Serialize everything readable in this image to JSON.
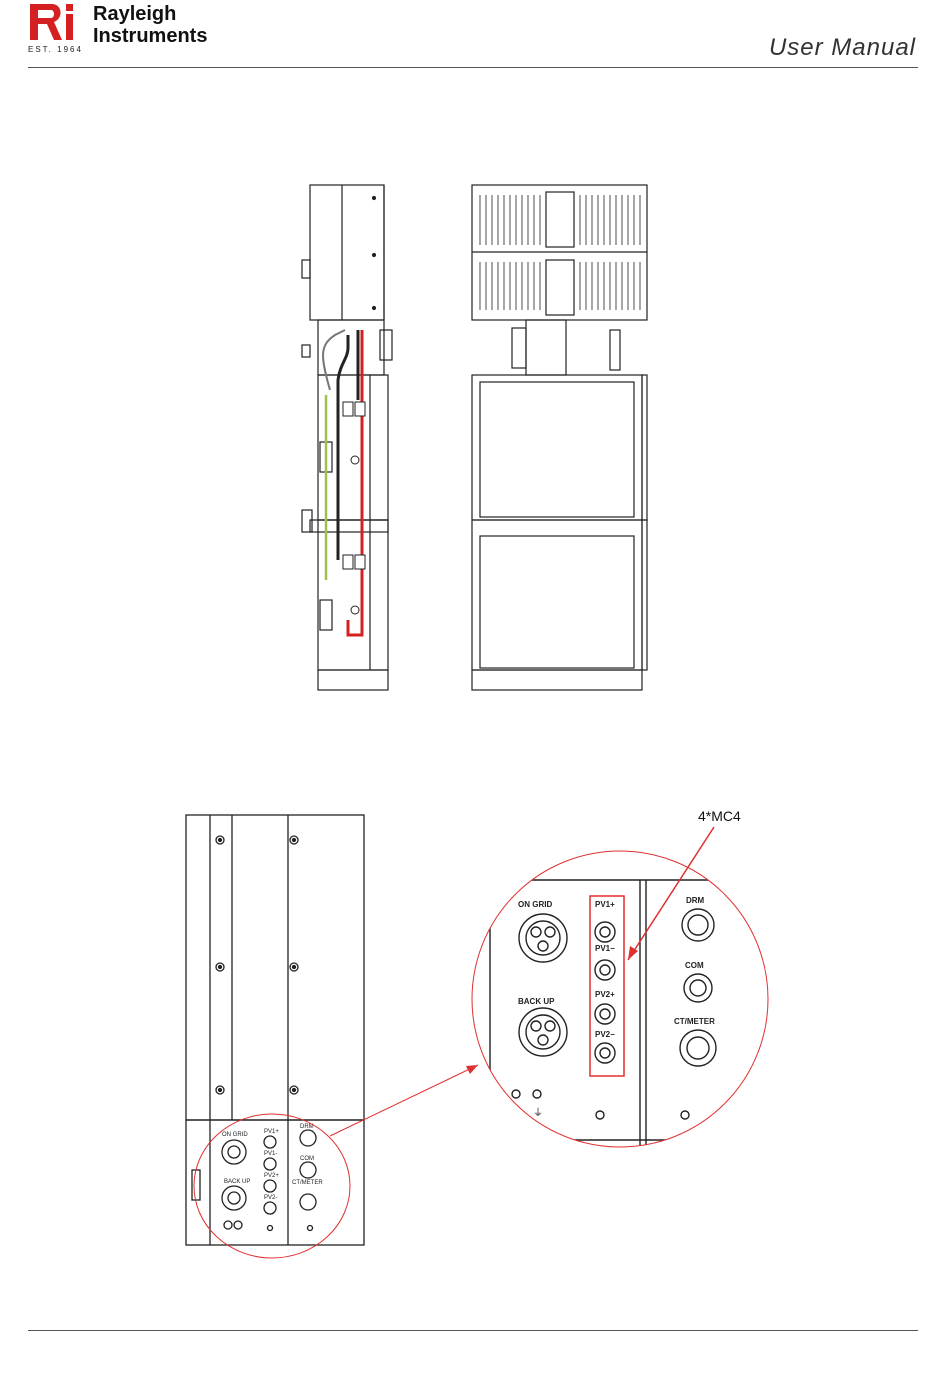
{
  "header": {
    "brand_line1": "Rayleigh",
    "brand_line2": "Instruments",
    "est": "EST. 1964",
    "doc_title": "User Manual"
  },
  "figure2": {
    "callout": "4*MC4",
    "zoom_labels": {
      "on_grid": "ON GRID",
      "back_up": "BACK UP",
      "pv1_plus": "PV1+",
      "pv1_minus": "PV1−",
      "pv2_plus": "PV2+",
      "pv2_minus": "PV2−",
      "drm": "DRM",
      "com": "COM",
      "ct_meter": "CT/METER"
    },
    "small_labels": {
      "on_grid": "ON GRID",
      "back_up": "BACK UP",
      "pv1_plus": "PV1+",
      "pv1_minus": "PV1-",
      "pv2_plus": "PV2+",
      "pv2_minus": "PV2-",
      "drm": "DRM",
      "com": "COM",
      "ct_meter": "CT/METER"
    }
  },
  "colors": {
    "cable_red": "#d42020",
    "cable_green": "#9bc34a",
    "callout_red": "#e03030",
    "line": "#222222"
  }
}
